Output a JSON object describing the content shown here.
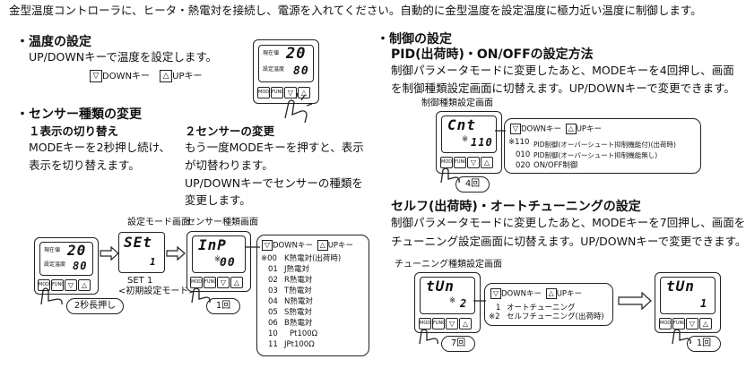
{
  "intro": "金型温度コントローラに、ヒータ・熱電対を接続し、電源を入れてください。自動的に金型温度を設定温度に極力近い温度に制御します。",
  "temp_setting": {
    "title": "・温度の設定",
    "body": "UP/DOWNキーで温度を設定します。",
    "down_key": "DOWNキー",
    "up_key": "UPキー",
    "pv_label": "現在値",
    "sv_label": "設定温度",
    "pv": "20",
    "sv": "80"
  },
  "sensor": {
    "title": "・センサー種類の変更",
    "step1_title": "１表示の切り替え",
    "step1_line1": "MODEキーを2秒押し続け、",
    "step1_line2": "表示を切り替えます。",
    "step2_title": "２センサーの変更",
    "step2_line1": "もう一度MODEキーを押すと、表示",
    "step2_line2": "が切替わります。",
    "step2_line3": "UP/DOWNキーでセンサーの種類を",
    "step2_line4": "変更します。",
    "setting_mode_caption": "設定モード画面",
    "sensor_screen_caption": "センサー種類画面",
    "set_display": "SEt",
    "set_display_sub": "1",
    "set1_line1": "SET 1",
    "set1_line2": "<初期設定モード>",
    "inp_display": "InP",
    "inp_value": "00",
    "press_2s": "2秒長押し",
    "press_once": "1回",
    "down_key": "DOWNキー",
    "up_key": "UPキー",
    "list": [
      {
        "code": "※00",
        "name": "K熱電対(出荷時)"
      },
      {
        "code": "01",
        "name": "J熱電対"
      },
      {
        "code": "02",
        "name": "R熱電対"
      },
      {
        "code": "03",
        "name": "T熱電対"
      },
      {
        "code": "04",
        "name": "N熱電対"
      },
      {
        "code": "05",
        "name": "S熱電対"
      },
      {
        "code": "06",
        "name": "B熱電対"
      },
      {
        "code": "10",
        "name": "Pt100Ω"
      },
      {
        "code": "11",
        "name": "JPt100Ω"
      }
    ]
  },
  "control": {
    "title": "・制御の設定",
    "pid_title": "PID(出荷時)・ON/OFFの設定方法",
    "pid_line1": "制御パラメータモードに変更したあと、MODEキーを4回押し、画面",
    "pid_line2": "を制御種類設定画面に切替えます。UP/DOWNキーで変更できます。",
    "ctrl_caption": "制御種類設定画面",
    "cnt_display": "Cnt",
    "cnt_value": "110",
    "down_key": "DOWNキー",
    "up_key": "UPキー",
    "ctrl_list": [
      {
        "code": "※110",
        "name": "PID制御(オーバーシュート抑制機能付)(出荷時)"
      },
      {
        "code": "010",
        "name": "PID制御(オーバーシュート抑制機能無し)"
      },
      {
        "code": "020",
        "name": "ON/OFF制御"
      }
    ],
    "press_4": "4回",
    "self_title": "セルフ(出荷時)・オートチューニングの設定",
    "self_line1": "制御パラメータモードに変更したあと、MODEキーを7回押し、画面を",
    "self_line2": "チューニング設定画面に切替えます。UP/DOWNキーで変更できます。",
    "tune_caption": "チューニング種類設定画面",
    "tun_display": "tUn",
    "tun_value": "2",
    "tun_value_right": "1",
    "tune_list": [
      {
        "code": "1",
        "name": "オートチューニング"
      },
      {
        "code": "※2",
        "name": "セルフチューニング(出荷時)"
      }
    ],
    "press_7": "7回",
    "press_1": "1回"
  },
  "buttons": {
    "mode": "MODE",
    "func": "FUNC",
    "down": "▽",
    "up": "△"
  }
}
